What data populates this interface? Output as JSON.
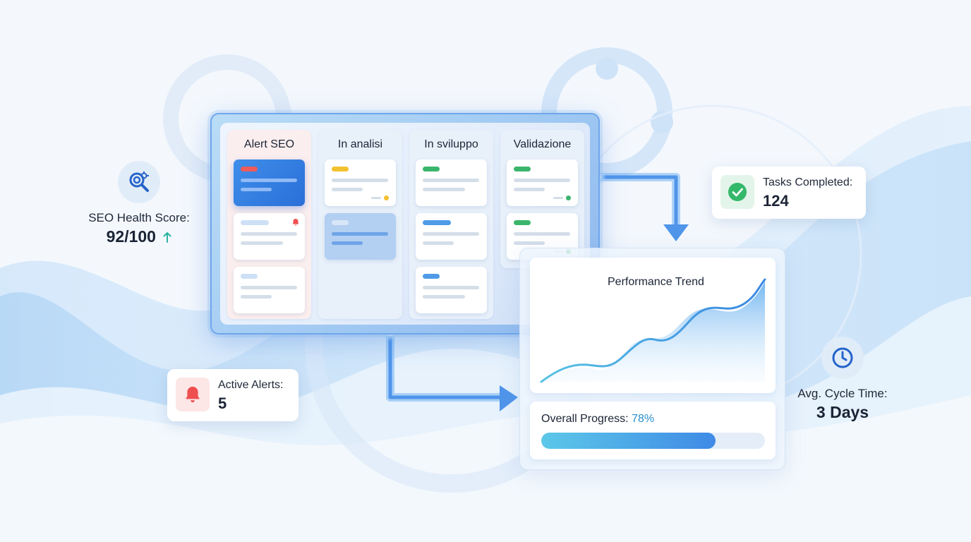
{
  "board": {
    "columns": [
      {
        "title": "Alert SEO"
      },
      {
        "title": "In analisi"
      },
      {
        "title": "In sviluppo"
      },
      {
        "title": "Validazione"
      }
    ]
  },
  "seo_health": {
    "label": "SEO Health Score:",
    "value": "92/100",
    "trend_icon": "up-arrow-icon",
    "icon": "seo-gear-search-icon"
  },
  "tasks_completed": {
    "label": "Tasks Completed:",
    "value": "124",
    "icon": "check-circle-icon"
  },
  "active_alerts": {
    "label": "Active Alerts:",
    "value": "5",
    "icon": "bell-icon"
  },
  "cycle_time": {
    "label": "Avg. Cycle Time:",
    "value": "3 Days",
    "icon": "clock-icon"
  },
  "performance": {
    "title": "Performance Trend",
    "progress_label": "Overall Progress:",
    "progress_value": "78%",
    "progress_fraction": 0.78
  },
  "colors": {
    "accent_blue": "#3f8ae6",
    "alert_red": "#ef4f4f",
    "success_green": "#34b86a",
    "warning_yellow": "#f2c12e"
  }
}
